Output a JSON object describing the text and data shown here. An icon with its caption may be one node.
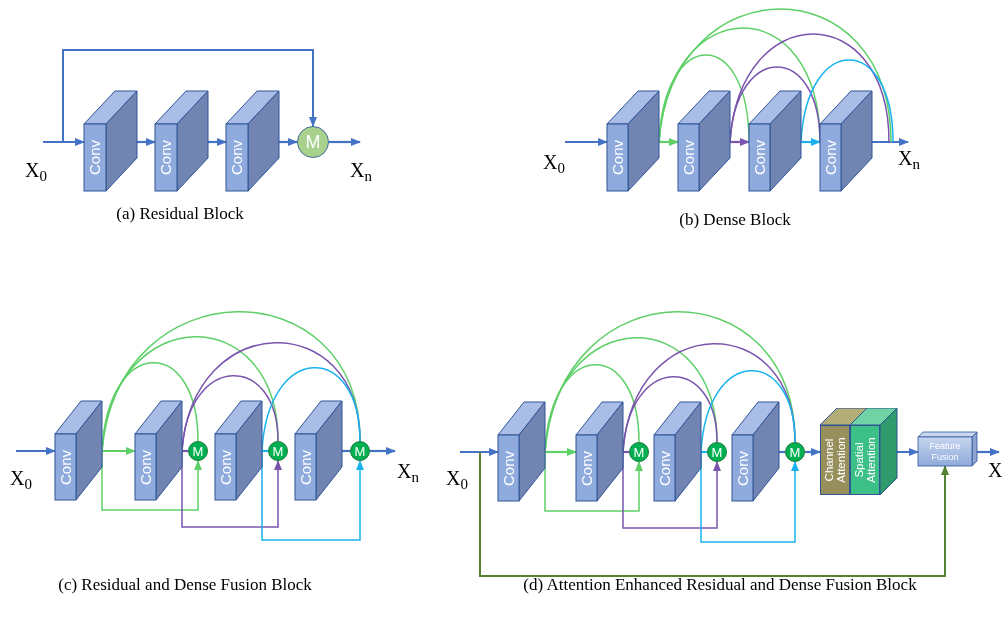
{
  "diagram": {
    "nodes": [
      {
        "text": [
          "Conv"
        ]
      },
      {
        "text": [
          "Conv"
        ]
      },
      {
        "text": [
          "Conv"
        ]
      },
      {
        "text": [
          "M"
        ]
      },
      {
        "text": [
          "Conv"
        ]
      },
      {
        "text": [
          "Conv"
        ]
      },
      {
        "text": [
          "Conv"
        ]
      },
      {
        "text": [
          "Conv"
        ]
      },
      {
        "text": [
          "Conv"
        ]
      },
      {
        "text": [
          "Conv"
        ]
      },
      {
        "text": [
          "Conv"
        ]
      },
      {
        "text": [
          "Conv"
        ]
      },
      {
        "text": [
          "M"
        ]
      },
      {
        "text": [
          "M"
        ]
      },
      {
        "text": [
          "M"
        ]
      },
      {
        "text": [
          "Conv"
        ]
      },
      {
        "text": [
          "Conv"
        ]
      },
      {
        "text": [
          "Conv"
        ]
      },
      {
        "text": [
          "Conv"
        ]
      },
      {
        "text": [
          "M"
        ]
      },
      {
        "text": [
          "M"
        ]
      },
      {
        "text": [
          "M"
        ]
      },
      {
        "text": [
          "Channel Attention"
        ]
      },
      {
        "text": [
          "Spatial Attention"
        ]
      },
      {
        "text": [
          "Feature Fusion"
        ]
      },
      {
        "text": [
          "X$_{n}$"
        ]
      },
      {
        "text": [
          "X$_{n}$"
        ]
      },
      {
        "text": [
          "X"
        ]
      }
    ],
    "edges": [
      {
        "from": null,
        "to": 0,
        "arrow": "to"
      },
      {
        "from": 0,
        "to": 1,
        "arrow": "to"
      },
      {
        "from": 1,
        "to": 2,
        "arrow": "to"
      },
      {
        "from": 2,
        "to": 3,
        "arrow": "to"
      },
      {
        "from": 3,
        "to": null,
        "arrow": "to"
      },
      {
        "from": null,
        "to": 3,
        "arrow": "to"
      },
      {
        "from": null,
        "to": 4,
        "arrow": "to"
      },
      {
        "from": 4,
        "to": 5,
        "arrow": "to",
        "color": "#5fd068"
      },
      {
        "from": 5,
        "to": 6,
        "arrow": "to",
        "color": "#7a55ad"
      },
      {
        "from": 6,
        "to": 7,
        "arrow": "to",
        "color": "#19b2ef"
      },
      {
        "from": 7,
        "to": 25,
        "arrow": "to"
      },
      {
        "from": 4,
        "to": 6,
        "arrow": "none",
        "color": "#5fd068"
      },
      {
        "from": 4,
        "to": 7,
        "arrow": "none",
        "color": "#5fd068"
      },
      {
        "from": 4,
        "to": 25,
        "arrow": "none",
        "color": "#5fd068"
      },
      {
        "from": 5,
        "to": 7,
        "arrow": "none",
        "color": "#7a55ad"
      },
      {
        "from": 5,
        "to": 25,
        "arrow": "none",
        "color": "#7a55ad"
      },
      {
        "from": 6,
        "to": 25,
        "arrow": "none",
        "color": "#19b2ef"
      },
      {
        "from": null,
        "to": 8,
        "arrow": "to"
      },
      {
        "from": 8,
        "to": 9,
        "arrow": "to",
        "color": "#5fd068"
      },
      {
        "from": 9,
        "to": 12,
        "arrow": "none",
        "color": "#7a55ad"
      },
      {
        "from": 10,
        "to": 13,
        "arrow": "none",
        "color": "#19b2ef"
      },
      {
        "from": 11,
        "to": 14,
        "arrow": "none"
      },
      {
        "from": 14,
        "to": 26,
        "arrow": "to"
      },
      {
        "from": 8,
        "to": 12,
        "arrow": "none",
        "color": "#5fd068"
      },
      {
        "from": 8,
        "to": 13,
        "arrow": "none",
        "color": "#5fd068"
      },
      {
        "from": 8,
        "to": 14,
        "arrow": "none",
        "color": "#5fd068"
      },
      {
        "from": 9,
        "to": 13,
        "arrow": "none",
        "color": "#7a55ad"
      },
      {
        "from": 9,
        "to": 14,
        "arrow": "none",
        "color": "#7a55ad"
      },
      {
        "from": 10,
        "to": 14,
        "arrow": "none",
        "color": "#19b2ef"
      },
      {
        "from": 8,
        "to": 12,
        "arrow": "to",
        "color": "#5fd068"
      },
      {
        "from": 9,
        "to": 13,
        "arrow": "to",
        "color": "#7a55ad"
      },
      {
        "from": 10,
        "to": 14,
        "arrow": "to",
        "color": "#19b2ef"
      },
      {
        "from": null,
        "to": 15,
        "arrow": "to"
      },
      {
        "from": 15,
        "to": 16,
        "arrow": "to",
        "color": "#5fd068"
      },
      {
        "from": 16,
        "to": 19,
        "arrow": "none",
        "color": "#7a55ad"
      },
      {
        "from": 17,
        "to": 20,
        "arrow": "none",
        "color": "#19b2ef"
      },
      {
        "from": 18,
        "to": 21,
        "arrow": "none"
      },
      {
        "from": 21,
        "to": 22,
        "arrow": "to"
      },
      {
        "from": 23,
        "to": 24,
        "arrow": "to"
      },
      {
        "from": 24,
        "to": 27,
        "arrow": "to"
      },
      {
        "from": null,
        "to": 24,
        "arrow": "to",
        "color": "#548235"
      },
      {
        "from": 15,
        "to": 19,
        "arrow": "none",
        "color": "#5fd068"
      },
      {
        "from": 15,
        "to": 20,
        "arrow": "none",
        "color": "#5fd068"
      },
      {
        "from": 15,
        "to": 21,
        "arrow": "none",
        "color": "#5fd068"
      },
      {
        "from": 16,
        "to": 20,
        "arrow": "none",
        "color": "#7a55ad"
      },
      {
        "from": 16,
        "to": 21,
        "arrow": "none",
        "color": "#7a55ad"
      },
      {
        "from": 17,
        "to": 21,
        "arrow": "none",
        "color": "#19b2ef"
      },
      {
        "from": 15,
        "to": 19,
        "arrow": "to",
        "color": "#5fd068"
      },
      {
        "from": 16,
        "to": 20,
        "arrow": "to",
        "color": "#7a55ad"
      },
      {
        "from": 17,
        "to": 21,
        "arrow": "to",
        "color": "#19b2ef"
      }
    ],
    "labels": [
      "X$_{0}$",
      "X$_{n}$",
      "(a) Residual Block",
      "X$_{0}$",
      "(b) Dense Block",
      "X$_{0}$",
      "X$_{0}$",
      "(c) Residual and Dense Fusion Block",
      "(d) Attention Enhanced Residual and Dense Fusion Block"
    ]
  }
}
